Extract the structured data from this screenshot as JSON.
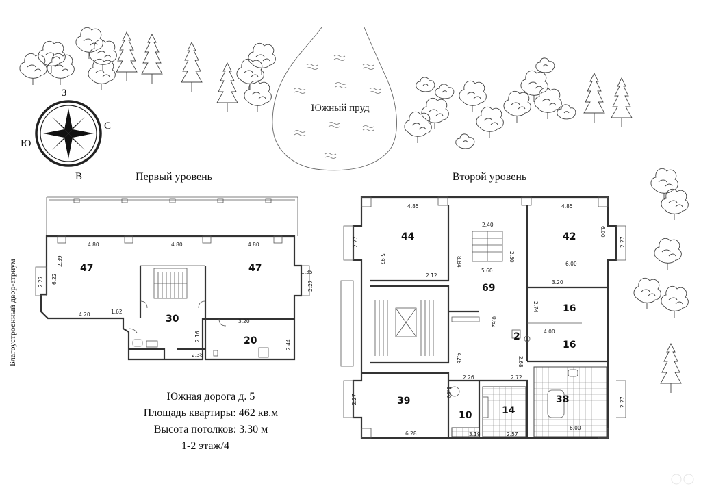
{
  "compass": {
    "north": "З",
    "east": "С",
    "south": "В",
    "west": "Ю"
  },
  "pond_label": "Южный пруд",
  "level1": {
    "title": "Первый уровень",
    "side_label": "Благоустроенный двор-атриум",
    "rooms": [
      {
        "area": "47"
      },
      {
        "area": "47"
      },
      {
        "area": "30"
      },
      {
        "area": "20"
      }
    ],
    "dims": [
      "4.80",
      "4.80",
      "4.80",
      "2.39",
      "6.22",
      "2.27",
      "1.35",
      "2.27",
      "4.20",
      "1.62",
      "3.20",
      "2.16",
      "2.44",
      "2.38"
    ]
  },
  "level2": {
    "title": "Второй уровень",
    "rooms": [
      {
        "area": "44"
      },
      {
        "area": "42"
      },
      {
        "area": "69"
      },
      {
        "area": "16"
      },
      {
        "area": "16"
      },
      {
        "area": "2"
      },
      {
        "area": "39"
      },
      {
        "area": "10"
      },
      {
        "area": "14"
      },
      {
        "area": "38"
      }
    ],
    "dims": [
      "4.85",
      "4.85",
      "2.40",
      "2.50",
      "5.97",
      "2.27",
      "8.84",
      "5.60",
      "6.00",
      "2.27",
      "6.00",
      "2.12",
      "3.20",
      "2.74",
      "0.62",
      "4.00",
      "4.26",
      "2.68",
      "2.26",
      "2.72",
      "5.60",
      "2.27",
      "6.28",
      "3.19",
      "2.57",
      "6.00",
      "2.27"
    ]
  },
  "info": {
    "address": "Южная дорога д. 5",
    "area": "Площадь квартиры: 462 кв.м",
    "ceiling": "Высота потолков: 3.30 м",
    "floor": "1-2 этаж/4"
  }
}
